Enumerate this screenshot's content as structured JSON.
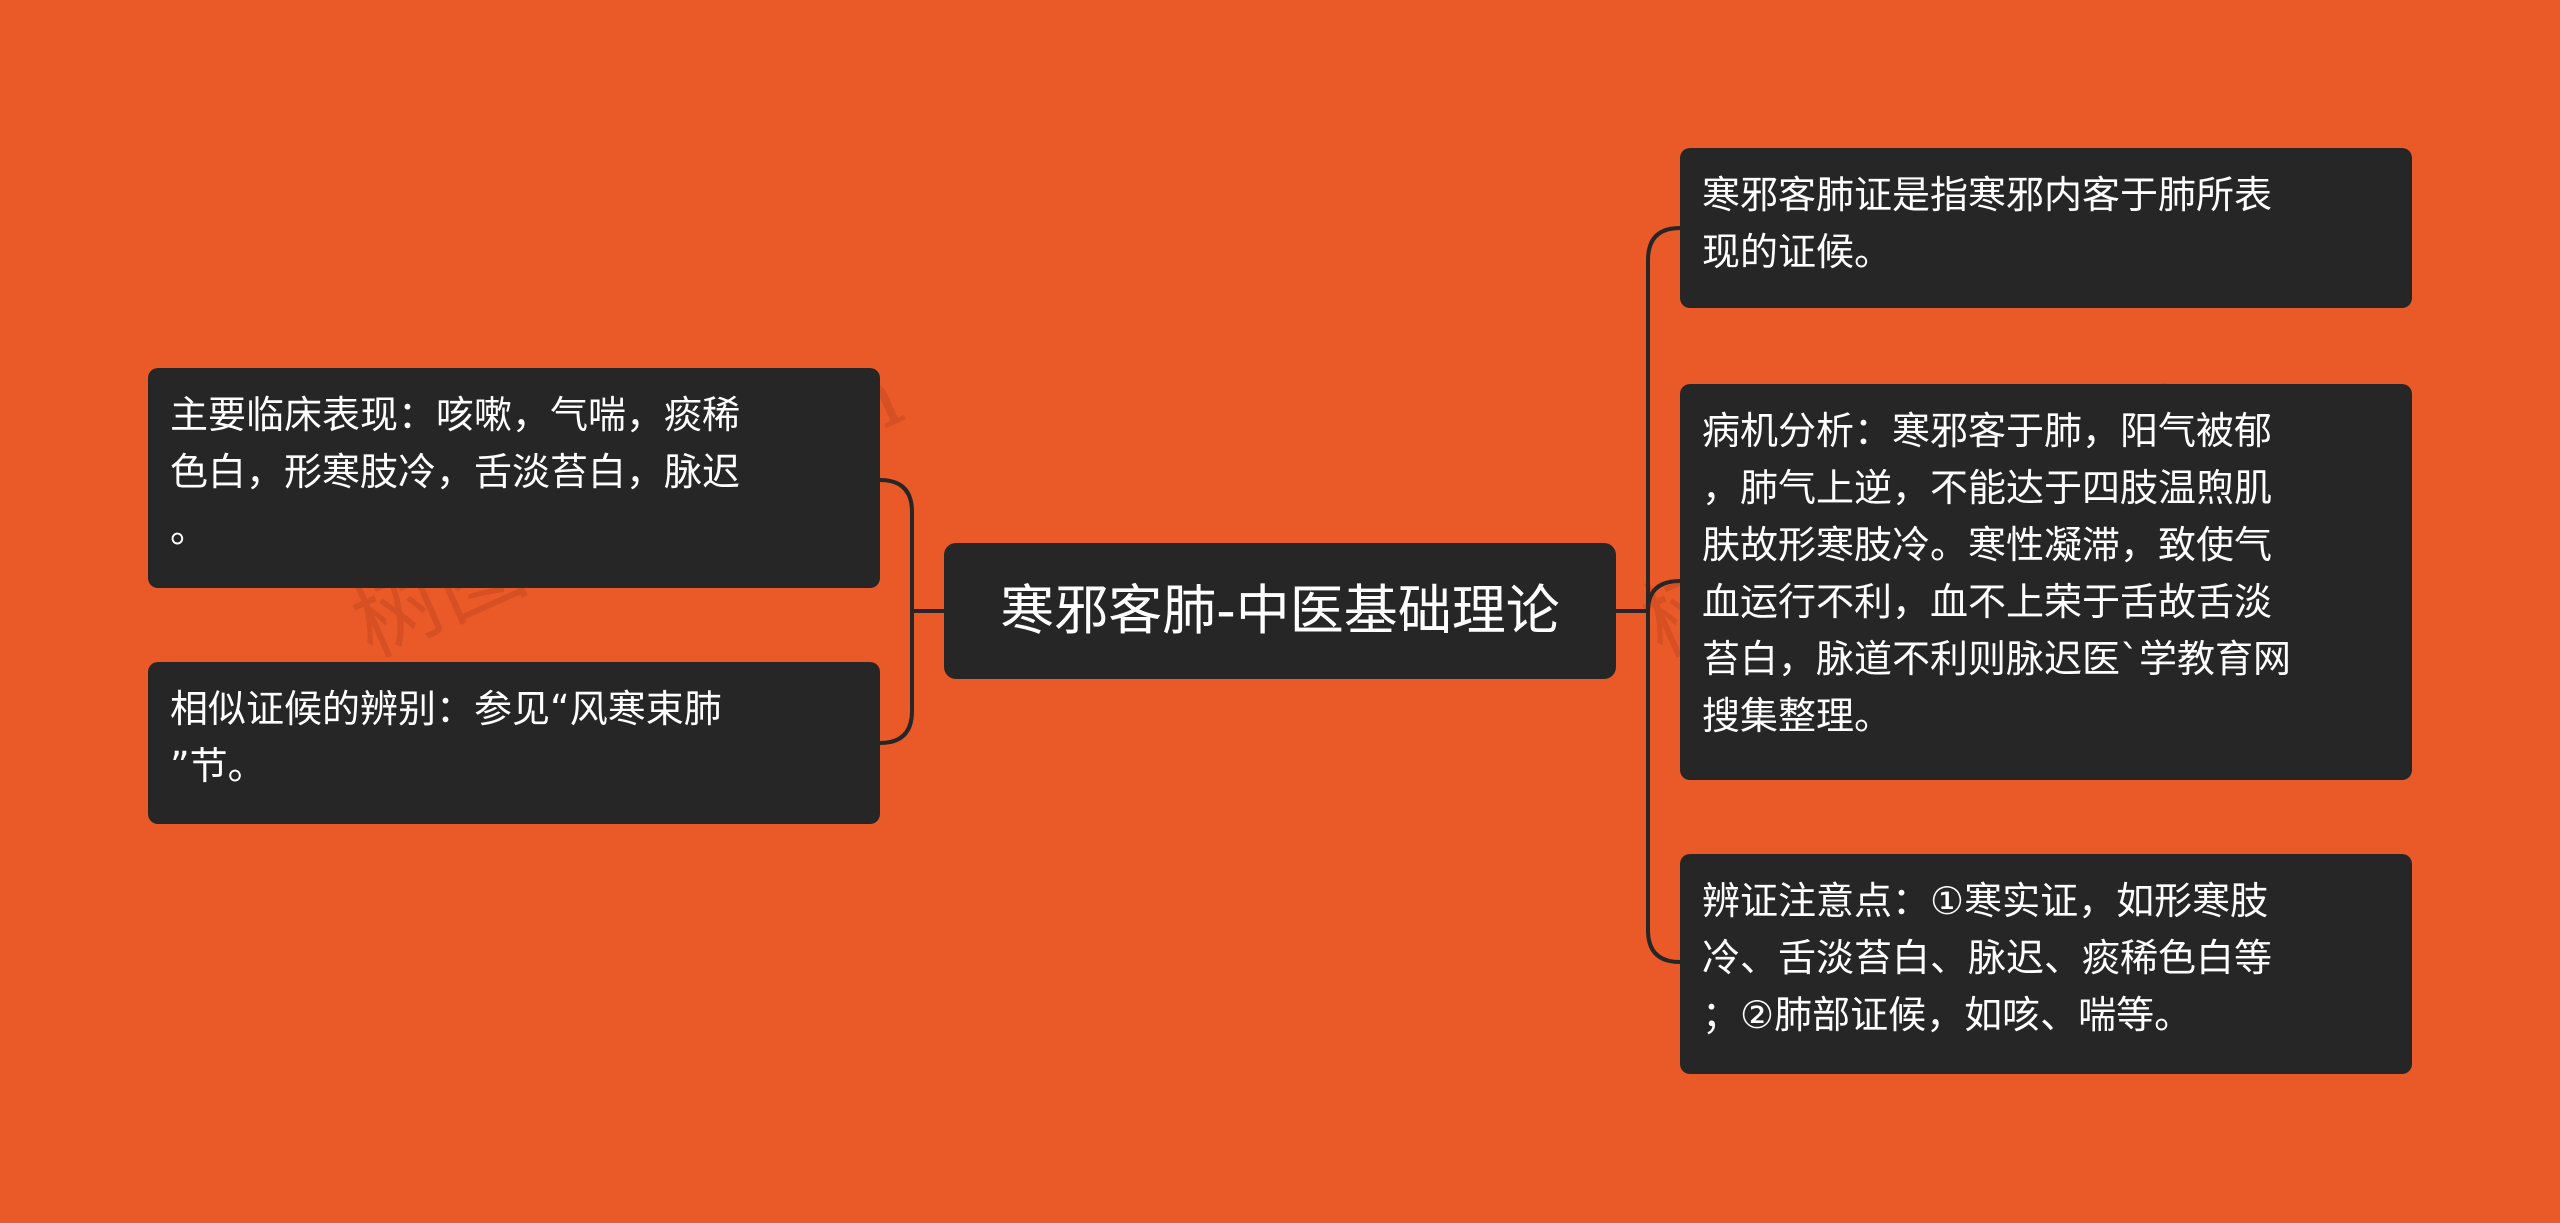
{
  "diagram": {
    "root": {
      "label": "寒邪客肺-中医基础理论"
    },
    "left_nodes": [
      {
        "text": "主要临床表现：咳嗽，气喘，痰稀\n色白，形寒肢冷，舌淡苔白，脉迟\n。"
      },
      {
        "text": "相似证候的辨别：参见“风寒束肺\n”节。"
      }
    ],
    "right_nodes": [
      {
        "text": "寒邪客肺证是指寒邪内客于肺所表\n现的证候。"
      },
      {
        "text": "病机分析：寒邪客于肺，阳气被郁\n，肺气上逆，不能达于四肢温煦肌\n肤故形寒肢冷。寒性凝滞，致使气\n血运行不利，血不上荣于舌故舌淡\n苔白，脉道不利则脉迟医`学教育网\n搜集整理。"
      },
      {
        "text": "辨证注意点：①寒实证，如形寒肢\n冷、舌淡苔白、脉迟、痰稀色白等\n；②肺部证候，如咳、喘等。"
      }
    ]
  },
  "watermarks": [
    {
      "text": "树图 shutu.cn"
    },
    {
      "text": "树图 shutu.cn"
    }
  ],
  "colors": {
    "background": "#e95a28",
    "node_fill": "#262626",
    "node_text": "#ffffff",
    "connector": "#262626"
  }
}
